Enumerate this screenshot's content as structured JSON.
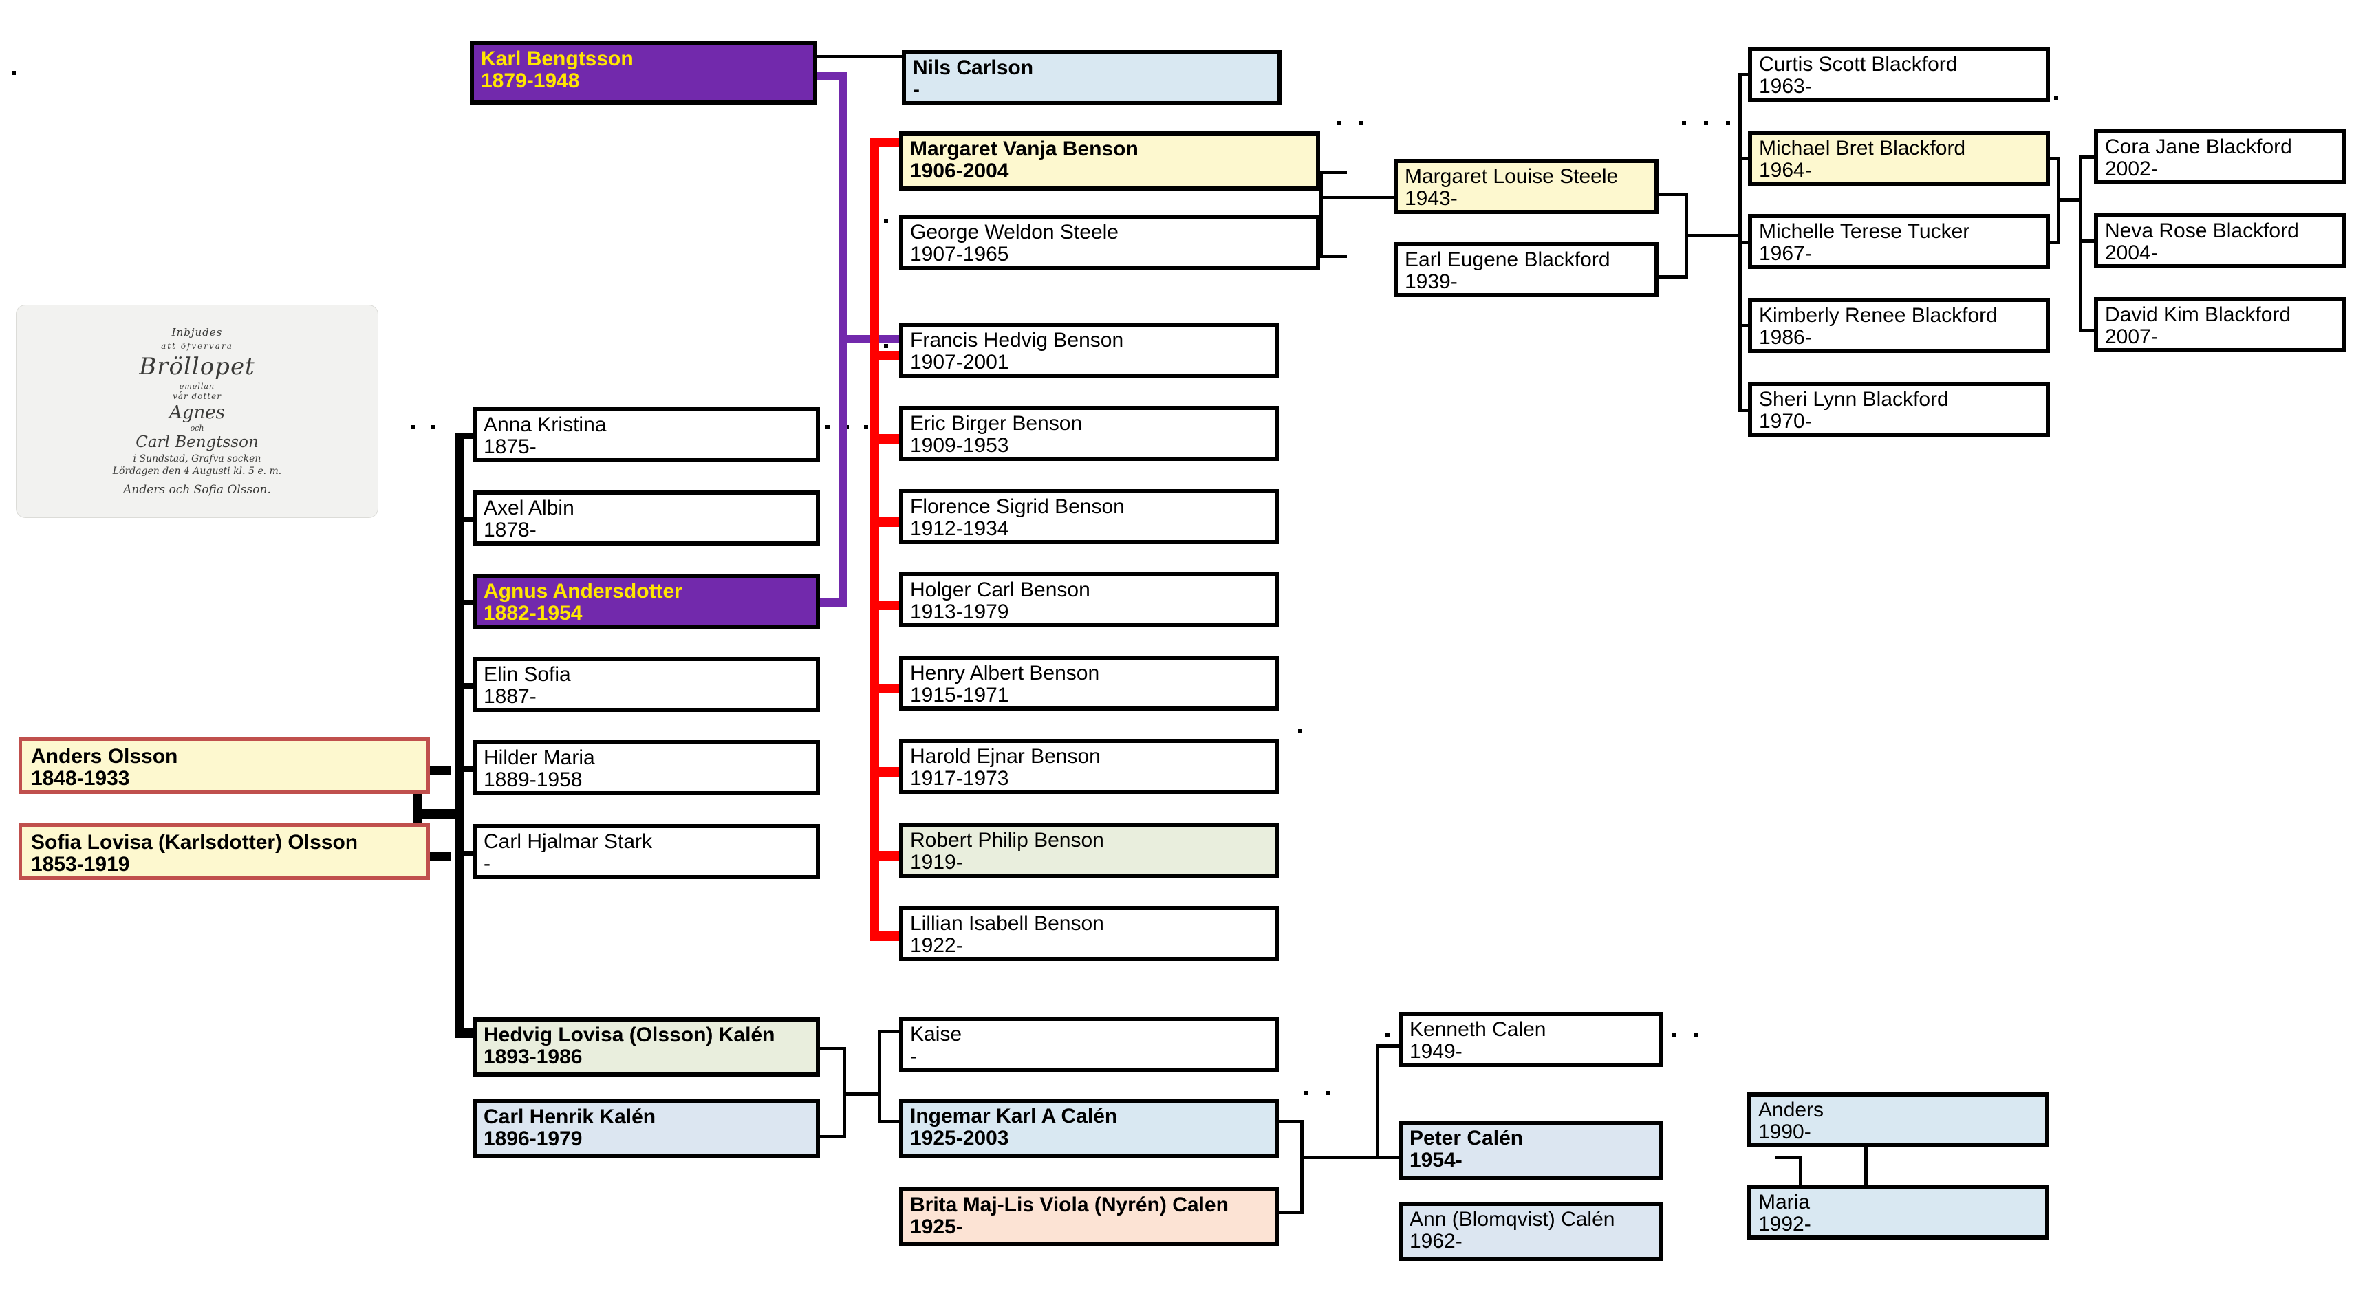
{
  "title": "Family Tree Chart",
  "invitation": {
    "name": "wedding-invitation-photo",
    "lines": [
      "Inbjudes",
      "att öfvervara",
      "Bröllopet",
      "emellan",
      "vår dotter",
      "Agnes",
      "och",
      "Carl Bengtsson",
      "i Sundstad, Grafva socken",
      "Lördagen den 4 Augusti kl. 5 e. m.",
      "Anders och Sofia Olsson."
    ]
  },
  "people": {
    "karl_bengtsson": {
      "name": "Karl Bengtsson",
      "dates": "1879-1948"
    },
    "agnus_andersdotter": {
      "name": "Agnus Andersdotter",
      "dates": "1882-1954"
    },
    "anders_olsson": {
      "name": "Anders Olsson",
      "dates": "1848-1933"
    },
    "sofia_lovisa_olsson": {
      "name": "Sofia Lovisa (Karlsdotter) Olsson",
      "dates": "1853-1919"
    },
    "anna_kristina": {
      "name": "Anna Kristina",
      "dates": "1875-"
    },
    "axel_albin": {
      "name": "Axel Albin",
      "dates": "1878-"
    },
    "elin_sofia": {
      "name": "Elin Sofia",
      "dates": "1887-"
    },
    "hilder_maria": {
      "name": "Hilder Maria",
      "dates": "1889-1958"
    },
    "carl_hjalmar_stark": {
      "name": "Carl Hjalmar Stark",
      "dates": "-"
    },
    "hedvig_lovisa_kalen": {
      "name": "Hedvig Lovisa (Olsson) Kalén",
      "dates": "1893-1986"
    },
    "carl_henrik_kalen": {
      "name": "Carl Henrik Kalén",
      "dates": "1896-1979"
    },
    "nils_carlson": {
      "name": "Nils Carlson",
      "dates": "-"
    },
    "margaret_vanja_benson": {
      "name": "Margaret Vanja Benson",
      "dates": "1906-2004"
    },
    "george_weldon_steele": {
      "name": "George Weldon Steele",
      "dates": "1907-1965"
    },
    "francis_hedvig_benson": {
      "name": "Francis Hedvig Benson",
      "dates": "1907-2001"
    },
    "eric_birger_benson": {
      "name": "Eric Birger Benson",
      "dates": "1909-1953"
    },
    "florence_sigrid_benson": {
      "name": "Florence Sigrid Benson",
      "dates": "1912-1934"
    },
    "holger_carl_benson": {
      "name": "Holger Carl Benson",
      "dates": "1913-1979"
    },
    "henry_albert_benson": {
      "name": "Henry Albert Benson",
      "dates": "1915-1971"
    },
    "harold_ejnar_benson": {
      "name": "Harold Ejnar Benson",
      "dates": "1917-1973"
    },
    "robert_philip_benson": {
      "name": "Robert Philip Benson",
      "dates": "1919-"
    },
    "lillian_isabell_benson": {
      "name": "Lillian Isabell Benson",
      "dates": "1922-"
    },
    "kaise": {
      "name": "Kaise",
      "dates": "-"
    },
    "ingemar_karl_a_calen": {
      "name": "Ingemar Karl A Calén",
      "dates": "1925-2003"
    },
    "brita_calen": {
      "name": "Brita Maj-Lis Viola (Nyrén) Calen",
      "dates": "1925-"
    },
    "margaret_louise_steele": {
      "name": "Margaret Louise Steele",
      "dates": "1943-"
    },
    "earl_eugene_blackford": {
      "name": "Earl Eugene Blackford",
      "dates": "1939-"
    },
    "kenneth_calen": {
      "name": "Kenneth Calen",
      "dates": "1949-"
    },
    "peter_calen": {
      "name": "Peter Calén",
      "dates": "1954-"
    },
    "ann_blomqvist_calen": {
      "name": "Ann (Blomqvist) Calén",
      "dates": "1962-"
    },
    "curtis_scott_blackford": {
      "name": "Curtis Scott Blackford",
      "dates": "1963-"
    },
    "michael_bret_blackford": {
      "name": "Michael Bret Blackford",
      "dates": "1964-"
    },
    "michelle_terese_tucker": {
      "name": "Michelle Terese Tucker",
      "dates": "1967-"
    },
    "kimberly_renee_blackford": {
      "name": "Kimberly Renee  Blackford",
      "dates": "1986-"
    },
    "sheri_lynn_blackford": {
      "name": "Sheri Lynn Blackford",
      "dates": "1970-"
    },
    "anders_calen": {
      "name": "Anders",
      "dates": "1990-"
    },
    "maria_calen": {
      "name": "Maria",
      "dates": "1992-"
    },
    "cora_jane_blackford": {
      "name": "Cora Jane Blackford",
      "dates": "2002-"
    },
    "neva_rose_blackford": {
      "name": "Neva Rose Blackford",
      "dates": "2004-"
    },
    "david_kim_blackford": {
      "name": "David Kim Blackford",
      "dates": "2007-"
    }
  },
  "colors": {
    "highlight_purple": "#7229ac",
    "highlight_text": "#ffe600",
    "spouse_line_red": "#ff0000",
    "couple_line_purple": "#7229ac",
    "red_border": "#c0504d",
    "fill_blue": "#d9e8f2",
    "fill_yellow": "#fdf8cf",
    "fill_green": "#e9eedd",
    "fill_peach": "#fce3d4"
  }
}
